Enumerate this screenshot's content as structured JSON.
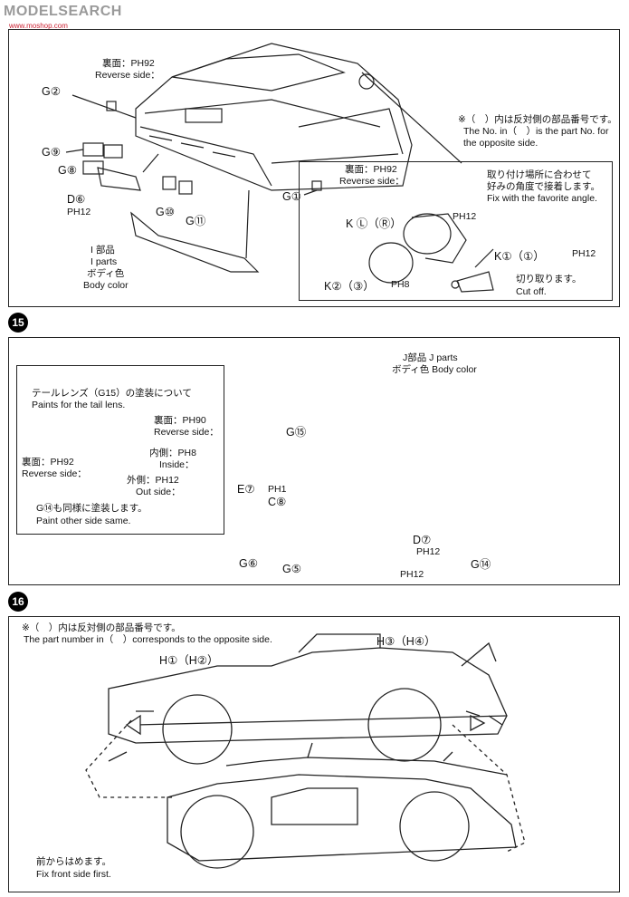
{
  "watermark": {
    "text": "MODELSEARCH",
    "subtext": "www.moshop.com"
  },
  "steps": {
    "s15": "15",
    "s16": "16"
  },
  "top": {
    "rev1_jp": "裏面：PH92",
    "rev1_en": "Reverse side：",
    "g2": "G②",
    "g9": "G⑨",
    "g8": "G⑧",
    "d6": "D⑥",
    "ph12a": "PH12",
    "g10": "G⑩",
    "g11": "G⑪",
    "iparts_jp": "I 部品",
    "iparts_en": "I parts",
    "body_jp": "ボディ色",
    "body_en": "Body color",
    "rev2_jp": "裏面：PH92",
    "rev2_en": "Reverse side：",
    "g1": "G①",
    "note1": "※（　）内は反対側の部品番号です。",
    "note2": "The No. in（　）is the part No. for",
    "note3": "the opposite side.",
    "fix_jp1": "取り付け場所に合わせて",
    "fix_jp2": "好みの角度で接着します。",
    "fix_en": "Fix with the favorite angle.",
    "kl": "K Ⓛ（Ⓡ）",
    "ph12b": "PH12",
    "k1": "K①（①）",
    "ph12c": "PH12",
    "k2": "K②（③）",
    "ph8": "PH8",
    "cut_jp": "切り取ります。",
    "cut_en": "Cut off."
  },
  "mid": {
    "jparts": "J部品 J parts",
    "jbody": "ボディ色 Body color",
    "tail_jp": "テールレンズ（G15）の塗装について",
    "tail_en": "Paints for the tail lens.",
    "rev_jp": "裏面：PH90",
    "rev_en": "Reverse side：",
    "inside_jp": "内側：PH8",
    "inside_en": "Inside：",
    "outside_jp": "外側：PH12",
    "outside_en": "Out side：",
    "rev2_jp": "裏面：PH92",
    "rev2_en": "Reverse side：",
    "other_jp": "G⑭も同様に塗装します。",
    "other_en": "Paint other side same.",
    "g15": "G⑮",
    "e7": "E⑦",
    "ph1": "PH1",
    "c8": "C⑧",
    "d7": "D⑦",
    "ph12a": "PH12",
    "g14": "G⑭",
    "g6": "G⑥",
    "g5": "G⑤",
    "ph12b": "PH12"
  },
  "bot": {
    "note_jp": "※（　）内は反対側の部品番号です。",
    "note_en": "The part number in（　）corresponds to the opposite side.",
    "h1": "H①（H②）",
    "h3": "H③（H④）",
    "front_jp": "前からはめます。",
    "front_en": "Fix front side first."
  }
}
